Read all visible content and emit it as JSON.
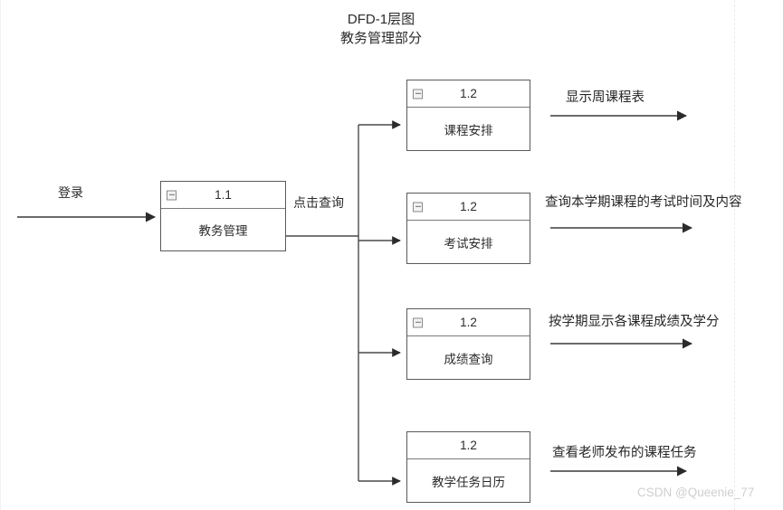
{
  "diagram": {
    "title": "DFD-1层图\n教务管理部分",
    "watermark": "CSDN @Queenie_77",
    "accent_color": "#5a5a5a",
    "background_color": "#ffffff"
  },
  "input_flow": {
    "label": "登录"
  },
  "branch_flow": {
    "label": "点击查询"
  },
  "process": {
    "id": "1.1",
    "name": "教务管理",
    "collapse_icon": "minus-box-icon",
    "has_collapse": true
  },
  "subprocesses": [
    {
      "id": "1.2",
      "name": "课程安排",
      "has_collapse": true,
      "output": "显示周课程表"
    },
    {
      "id": "1.2",
      "name": "考试安排",
      "has_collapse": true,
      "output": "查询本学期课程的考试时间及内容"
    },
    {
      "id": "1.2",
      "name": "成绩查询",
      "has_collapse": true,
      "output": "按学期显示各课程成绩及学分"
    },
    {
      "id": "1.2",
      "name": "教学任务日历",
      "has_collapse": false,
      "output": "查看老师发布的课程任务"
    }
  ]
}
